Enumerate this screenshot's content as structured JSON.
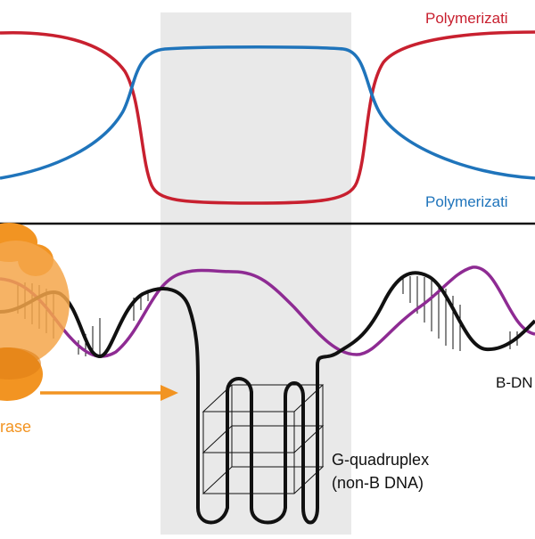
{
  "labels": {
    "top_curve_label": "Polymerizati",
    "bottom_curve_label": "Polymerizati",
    "enzyme_label": "rase",
    "bdna_label": "B-DN",
    "gquad_line1": "G-quadruplex",
    "gquad_line2": "(non-B DNA)"
  },
  "colors": {
    "red_curve": "#c8202f",
    "blue_curve": "#1f74bb",
    "enzyme_orange": "#f29422",
    "enzyme_shadow": "#e07f16",
    "purple_strand": "#8e2b93",
    "black_strand": "#111111",
    "shaded_region": "#e9e9e9"
  }
}
